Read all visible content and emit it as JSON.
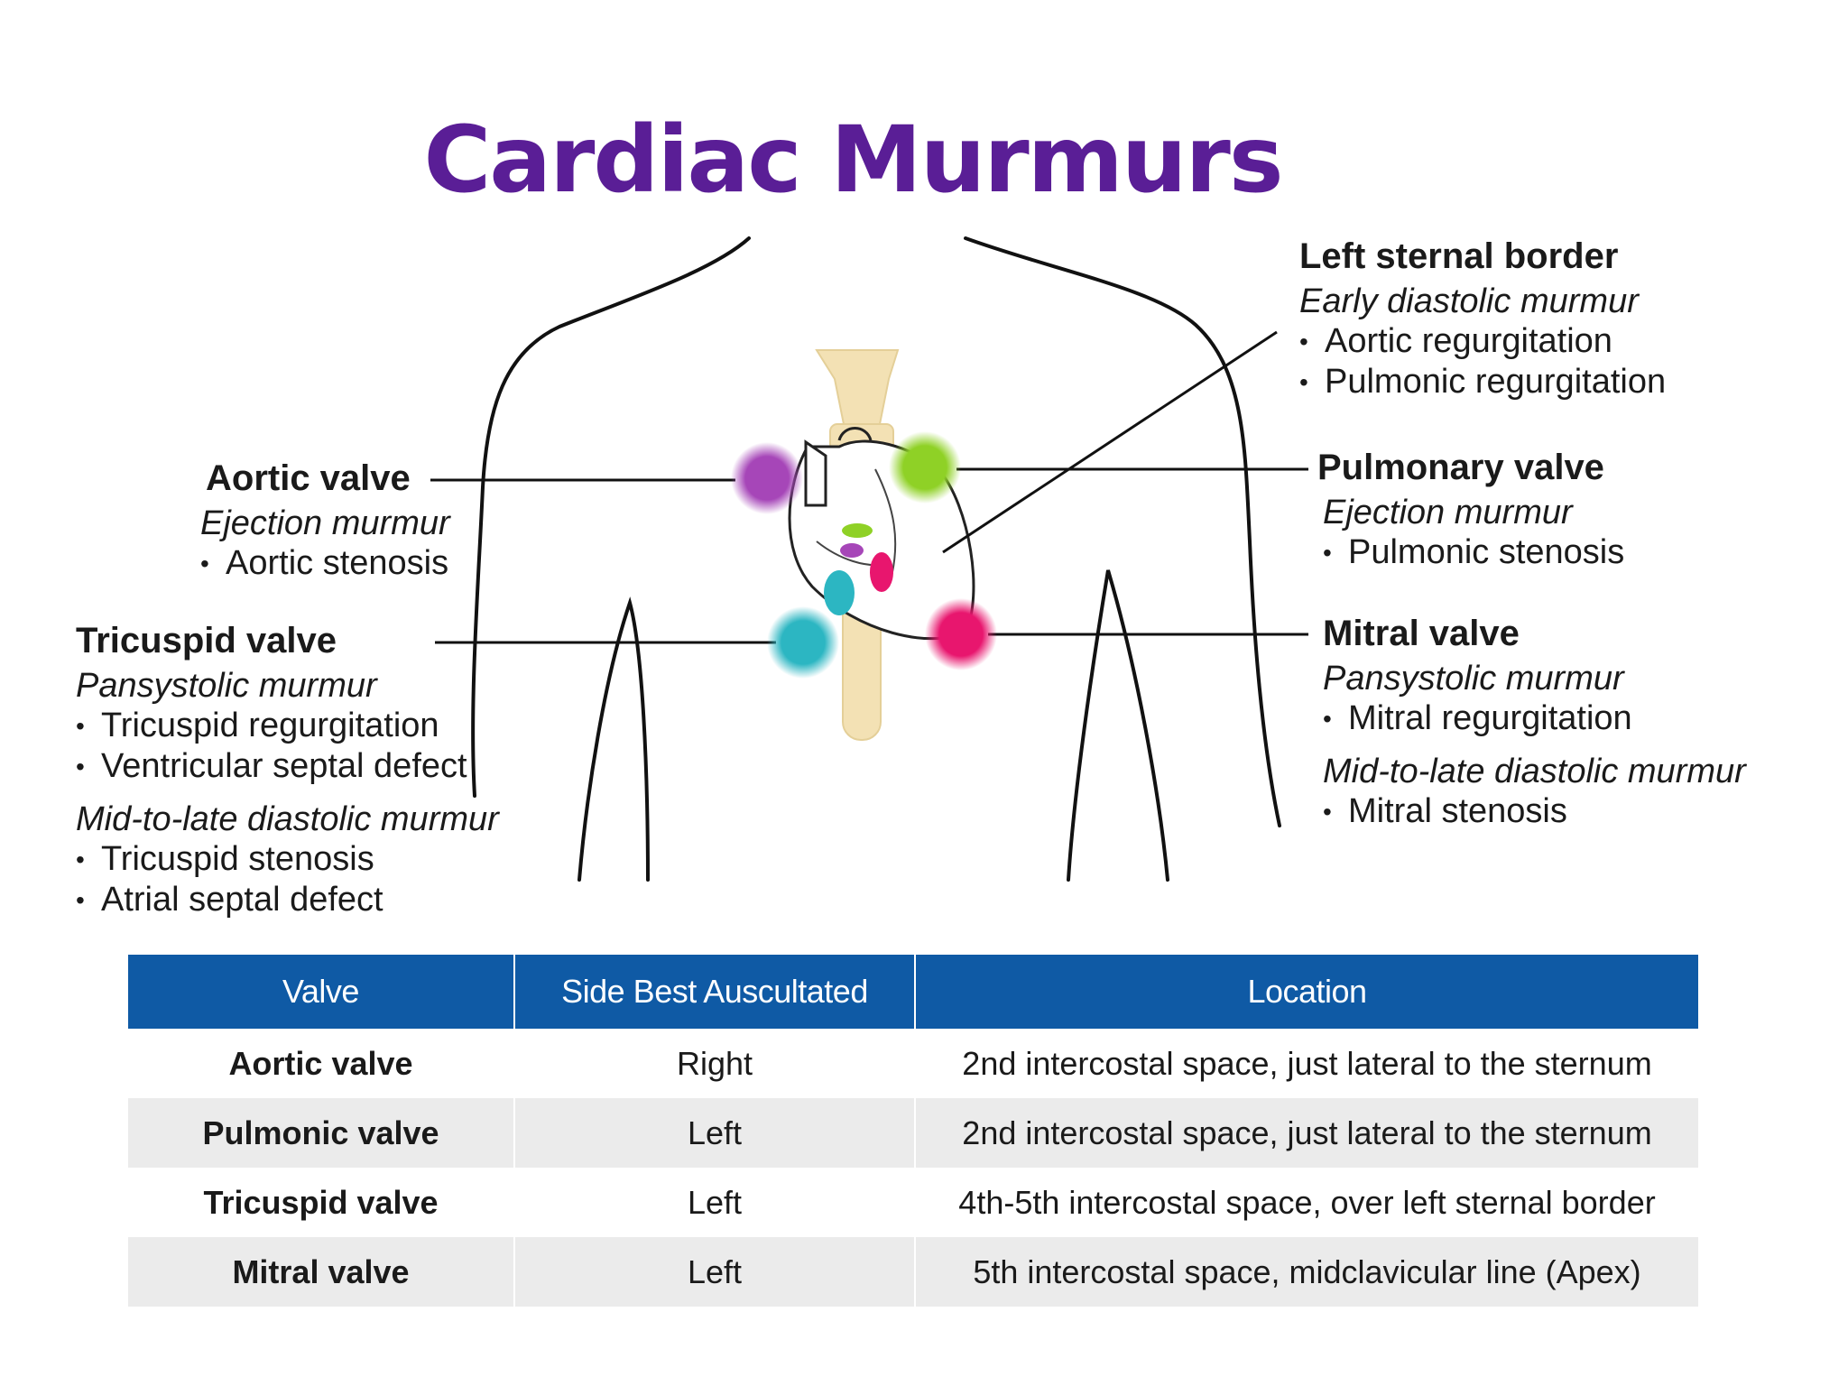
{
  "title": "Cardiac Murmurs",
  "annotations": {
    "left_sternal_border": {
      "heading": "Left sternal border",
      "murmur": "Early diastolic murmur",
      "conditions": [
        "Aortic regurgitation",
        "Pulmonic regurgitation"
      ]
    },
    "aortic": {
      "heading": "Aortic valve",
      "murmur": "Ejection murmur",
      "conditions": [
        "Aortic stenosis"
      ],
      "dot_color": "#a646b8"
    },
    "pulmonary": {
      "heading": "Pulmonary valve",
      "murmur": "Ejection murmur",
      "conditions": [
        "Pulmonic stenosis"
      ],
      "dot_color": "#8fd126"
    },
    "tricuspid": {
      "heading": "Tricuspid valve",
      "murmur": "Pansystolic murmur",
      "conditions": [
        "Tricuspid regurgitation",
        "Ventricular septal defect"
      ],
      "murmur2": "Mid-to-late diastolic murmur",
      "conditions2": [
        "Tricuspid stenosis",
        "Atrial septal defect"
      ],
      "dot_color": "#2cb6c2"
    },
    "mitral": {
      "heading": "Mitral valve",
      "murmur": "Pansystolic murmur",
      "conditions": [
        "Mitral regurgitation"
      ],
      "murmur2": "Mid-to-late diastolic murmur",
      "conditions2": [
        "Mitral stenosis"
      ],
      "dot_color": "#e8166e"
    }
  },
  "table": {
    "headers": [
      "Valve",
      "Side Best Auscultated",
      "Location"
    ],
    "rows": [
      [
        "Aortic valve",
        "Right",
        "2nd intercostal space, just lateral to the sternum"
      ],
      [
        "Pulmonic valve",
        "Left",
        "2nd intercostal space, just lateral to the sternum"
      ],
      [
        "Tricuspid valve",
        "Left",
        "4th-5th intercostal space, over left sternal border"
      ],
      [
        "Mitral valve",
        "Left",
        "5th intercostal space, midclavicular line (Apex)"
      ]
    ]
  },
  "colors": {
    "title": "#5a1e96",
    "table_header": "#0f5aa5",
    "bone": "#f3e1b4"
  }
}
